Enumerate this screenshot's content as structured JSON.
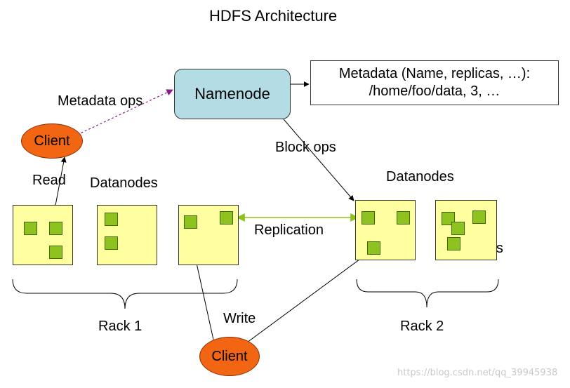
{
  "title": "HDFS Architecture",
  "namenode_label": "Namenode",
  "metadata": {
    "line1": "Metadata (Name, replicas, …):",
    "line2": "/home/foo/data, 3, …"
  },
  "labels": {
    "metadata_ops": "Metadata ops",
    "block_ops": "Block ops",
    "read": "Read",
    "write": "Write",
    "replication": "Replication",
    "blocks": "Blocks",
    "datanodes_rack1": "Datanodes",
    "datanodes_rack2": "Datanodes",
    "rack1": "Rack 1",
    "rack2": "Rack 2"
  },
  "clients": {
    "top": "Client",
    "bottom": "Client"
  },
  "watermark": "https://blog.csdn.net/qq_39945938",
  "colors": {
    "datanode_fill": "#ffffa0",
    "block_fill": "#8ec21e",
    "namenode_fill": "#b3dce4",
    "client_fill": "#f26513",
    "metadata_ops_arrow": "#8b1a8b",
    "replication_arrow": "#8ec21e"
  }
}
